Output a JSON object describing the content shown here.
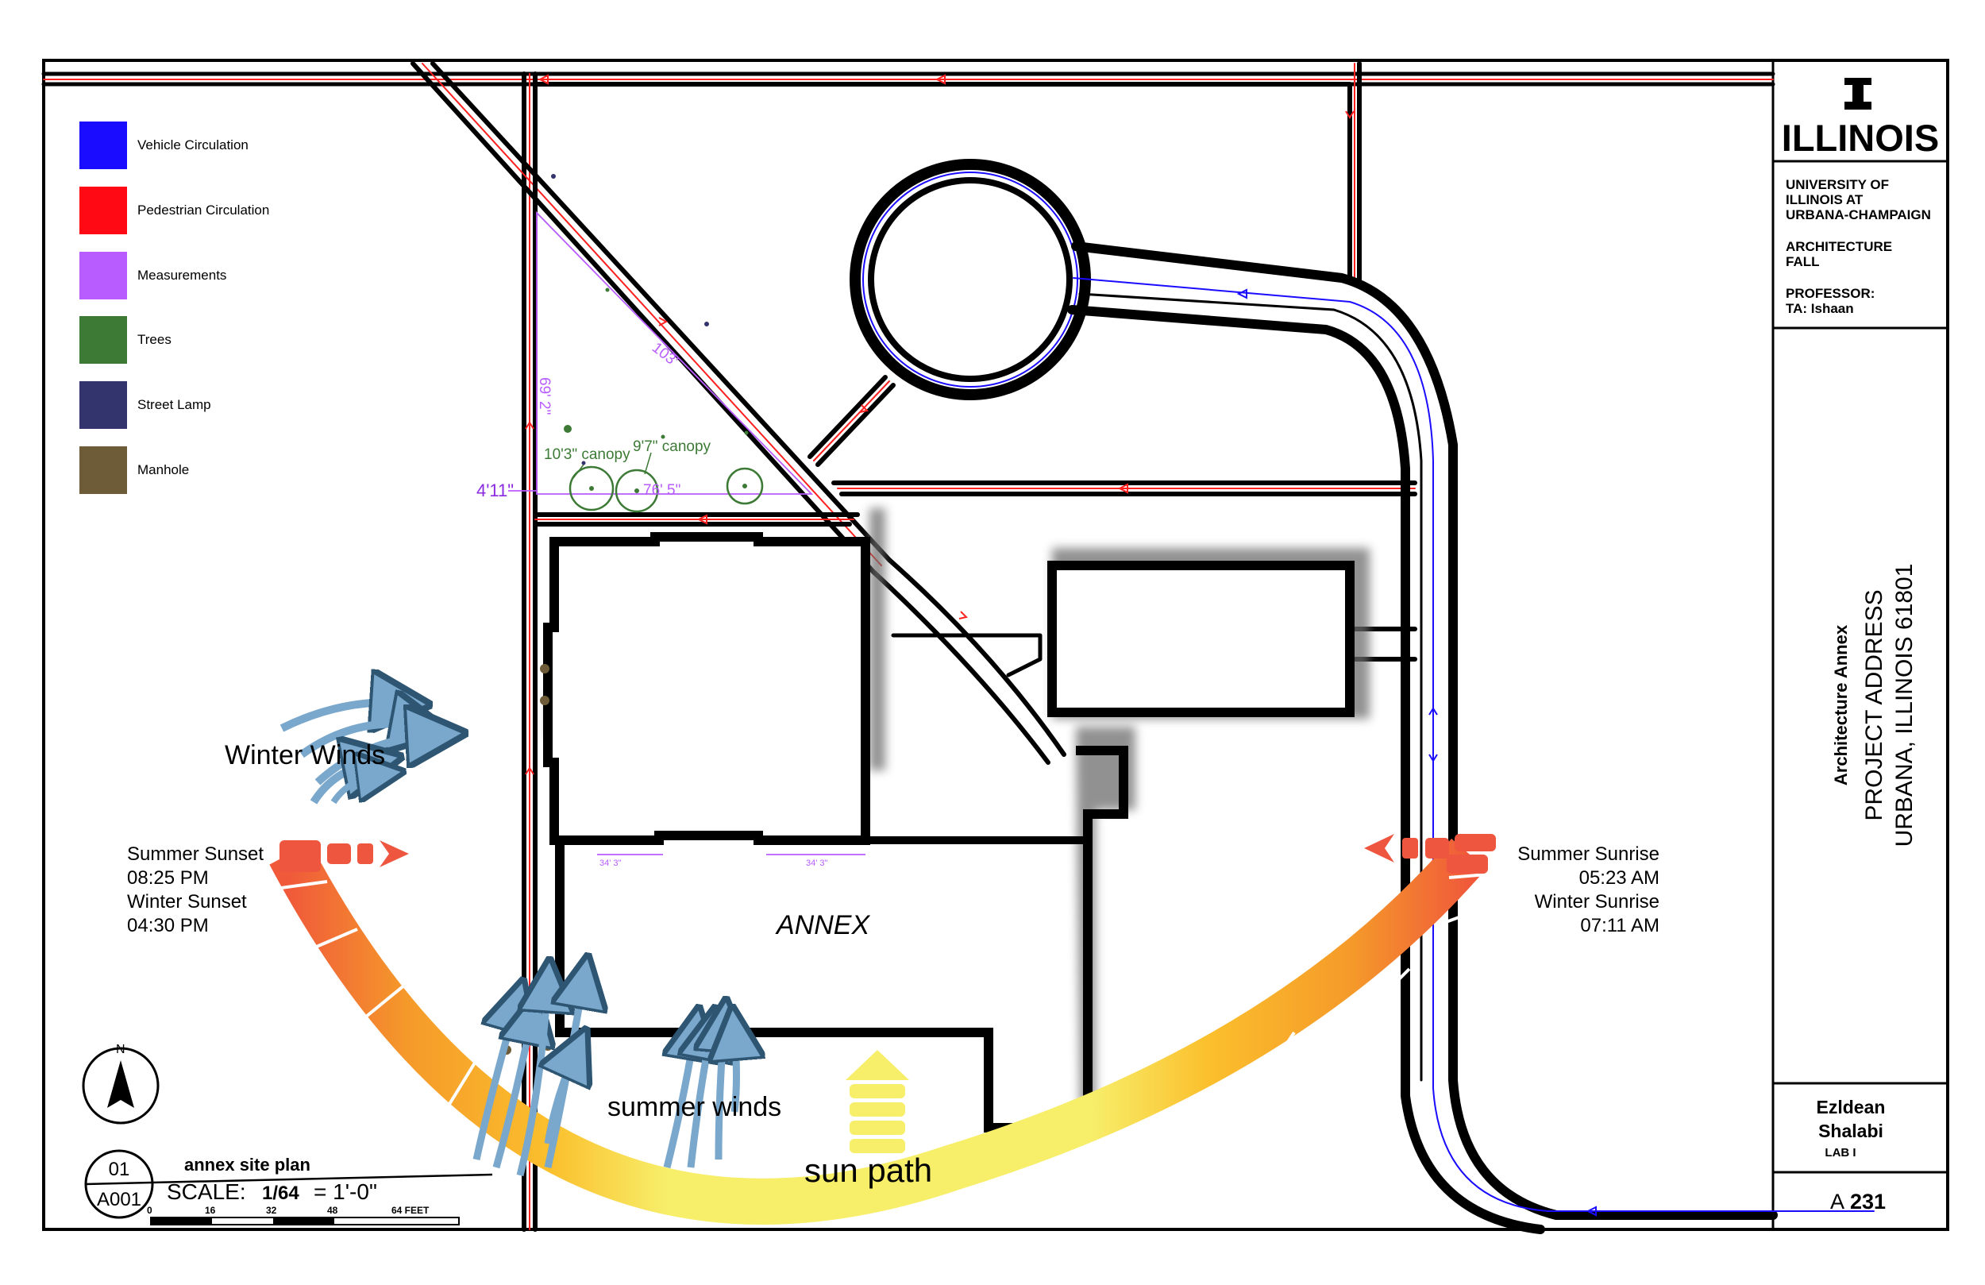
{
  "legend": [
    {
      "label": "Vehicle Circulation",
      "color": "#1a0cff"
    },
    {
      "label": "Pedestrian Circulation",
      "color": "#ff0a14"
    },
    {
      "label": "Measurements",
      "color": "#b85cff"
    },
    {
      "label": "Trees",
      "color": "#3d7a36"
    },
    {
      "label": "Street Lamp",
      "color": "#33336e"
    },
    {
      "label": "Manhole",
      "color": "#6e5c38"
    }
  ],
  "measurements": {
    "side_a": "69' 2\"",
    "side_b": "103'",
    "base": "76' 5\"",
    "offset": "4'11\"",
    "canopy_1": "10'3\" canopy",
    "canopy_2": "9'7\" canopy",
    "dim_1": "34' 3\"",
    "dim_2": "34' 3\""
  },
  "labels": {
    "annex": "ANNEX",
    "winter_winds": "Winter Winds",
    "summer_winds": "summer winds",
    "sun_path": "sun path"
  },
  "sun_times": {
    "west": [
      "Summer Sunset",
      "08:25 PM",
      "Winter Sunset",
      "04:30 PM"
    ],
    "east": [
      "Summer Sunrise",
      "05:23 AM",
      "Winter Sunrise",
      "07:11 AM"
    ]
  },
  "north": "N",
  "scale_block": {
    "number": "01",
    "sheet": "A001",
    "title": "annex site plan",
    "scale_word": "SCALE:",
    "scale_value": "1/64",
    "scale_rest": "=  1'-0\"",
    "ticks": [
      "0",
      "16",
      "32",
      "48",
      "64 FEET"
    ]
  },
  "title_block": {
    "logo": "ILLINOIS",
    "university": [
      "UNIVERSITY OF",
      "ILLINOIS AT",
      "URBANA-CHAMPAIGN"
    ],
    "department": [
      "ARCHITECTURE",
      "FALL"
    ],
    "professor": "PROFESSOR:",
    "ta": "TA: Ishaan",
    "project_name": "Architecture Annex",
    "project_address": "PROJECT ADDRESS",
    "city": "URBANA, ILLINOIS 61801",
    "author_first": "Ezldean",
    "author_last": "Shalabi",
    "lab": "LAB I",
    "sheet_prefix": "A",
    "sheet_number": "231"
  }
}
